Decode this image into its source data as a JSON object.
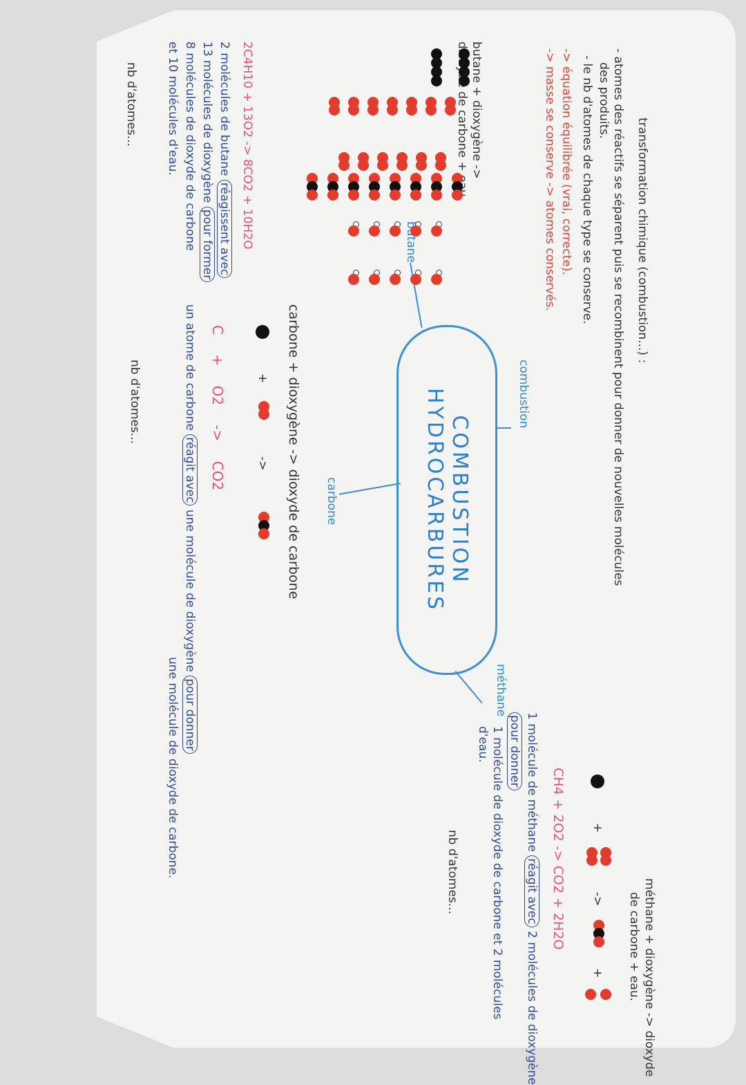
{
  "title": [
    "COMBUSTION",
    "HYDROCARBURES"
  ],
  "definition": {
    "heading": "transformation chimique (combustion...) :",
    "bullets": [
      "- atomes des réactifs se séparent puis se recombinent pour donner de nouvelles molécules",
      "des produits.",
      "- le nb d'atomes de chaque type se conserve."
    ],
    "red_lines": [
      "-> équation équilibrée (vrai, correcte).",
      "-> masse se conserve -> atomes conservés."
    ],
    "branch": "combustion"
  },
  "butane": {
    "branch": "butane",
    "word_eq": "butane + dioxygène -> dioxyde de carbone + eau",
    "counts": {
      "butane": 2,
      "O2": 13,
      "CO2": 8,
      "H2O": 10
    },
    "formula": "2C4H10 + 13O2 -> 8CO2 + 10H2O",
    "text": [
      "2 molécules de butane",
      "réagissent avec",
      "13 molécules de dioxygène",
      "pour former",
      "8 molécules de dioxyde de carbone",
      "et 10 molécules d'eau."
    ],
    "nb": "nb d'atomes..."
  },
  "carbone": {
    "branch": "carbone",
    "word_eq": "carbone + dioxygène -> dioxyde de carbone",
    "formula": [
      "C",
      "+",
      "O2",
      "->",
      "CO2"
    ],
    "text": [
      "un atome de carbone",
      "réagit avec",
      "une molécule de dioxygène",
      "pour donner",
      "une molécule de dioxyde de carbone."
    ],
    "nb": "nb d'atomes..."
  },
  "methane": {
    "branch": "méthane",
    "word_eq": [
      "méthane + dioxygène -> dioxyde",
      "de carbone + eau."
    ],
    "formula": "CH4 + 2O2 -> CO2 + 2H2O",
    "text": [
      "1 molécule de méthane",
      "réagit avec",
      "2 molécules de dioxygène",
      "pour donner",
      "1 molécule de dioxyde de carbone et 2 molécules d'eau."
    ],
    "nb": "nb d'atomes..."
  },
  "colors": {
    "oxygen": "#e53b2c",
    "carbon": "#111111",
    "hydrogen": "#ffffff",
    "title": "#2a7fd0",
    "formula": "#e8508a",
    "notes": "#2f4a9c"
  }
}
